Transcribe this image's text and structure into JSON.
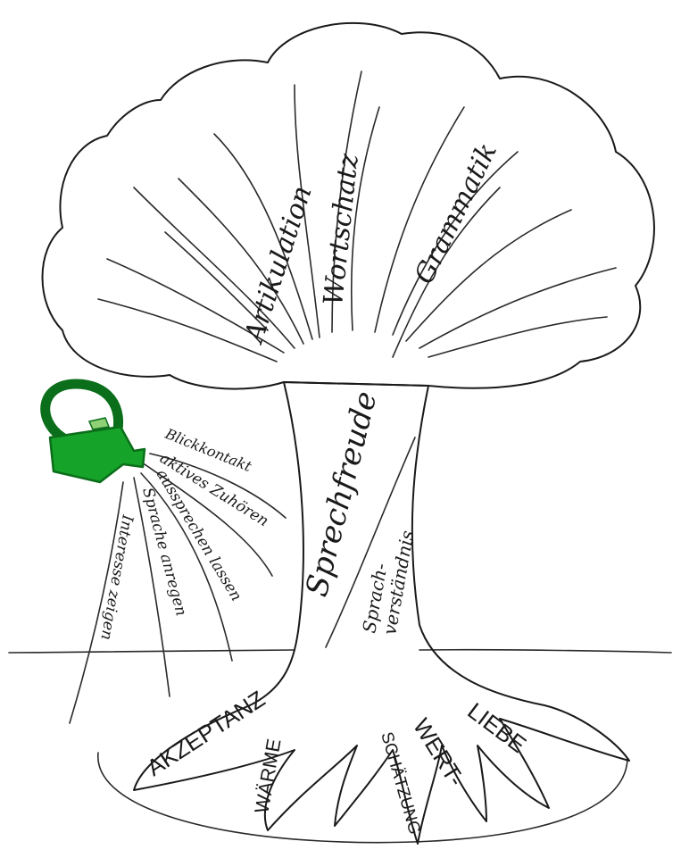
{
  "colors": {
    "crown": "#d6eba6",
    "trunk": "#cd9558",
    "can": "#16a32a",
    "can_dark": "#0b6e1a",
    "ink": "#1a1a1a"
  },
  "crown": {
    "branches": [
      "Artikulation",
      "Wortschatz",
      "Grammatik"
    ]
  },
  "trunk": {
    "main_label": "Sprechfreude",
    "sub_label_line1": "Sprach-",
    "sub_label_line2": "verständnis"
  },
  "roots": [
    "AKZEPTANZ",
    "WÄRME",
    "WERT-",
    "SCHÄTZUNG",
    "LIEBE"
  ],
  "watering": {
    "icon": "watering-can-icon",
    "streams": [
      "Blickkontakt",
      "aktives Zuhören",
      "aussprechen lassen",
      "Sprache anregen",
      "Interesse zeigen"
    ]
  }
}
